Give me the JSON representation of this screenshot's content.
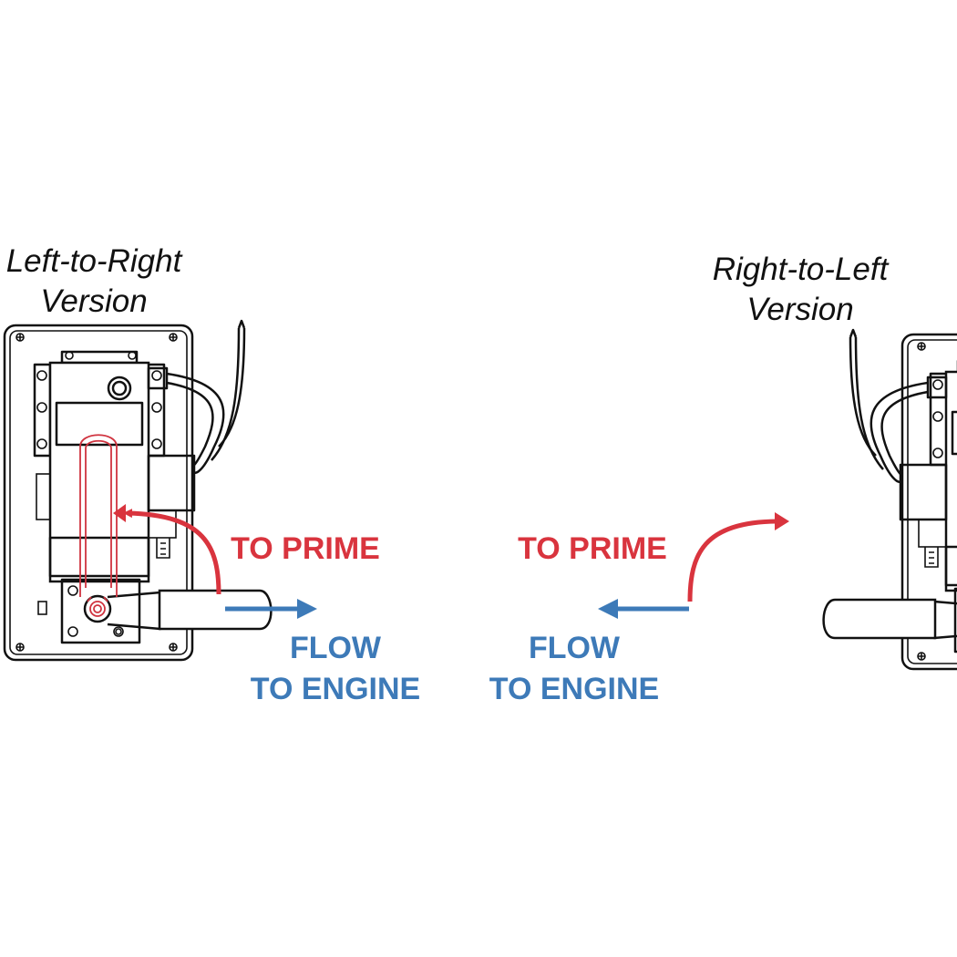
{
  "colors": {
    "prime_red": "#d9343e",
    "flow_blue": "#3d7ab8",
    "line": "#111111",
    "background": "#ffffff"
  },
  "left_unit": {
    "title_line1": "Left-to-Right",
    "title_line2": "Version",
    "prime_label": "TO PRIME",
    "flow_line1": "FLOW",
    "flow_line2": "TO ENGINE"
  },
  "right_unit": {
    "title_line1": "Right-to-Left",
    "title_line2": "Version",
    "prime_label": "TO PRIME",
    "flow_line1": "FLOW",
    "flow_line2": "TO ENGINE"
  }
}
